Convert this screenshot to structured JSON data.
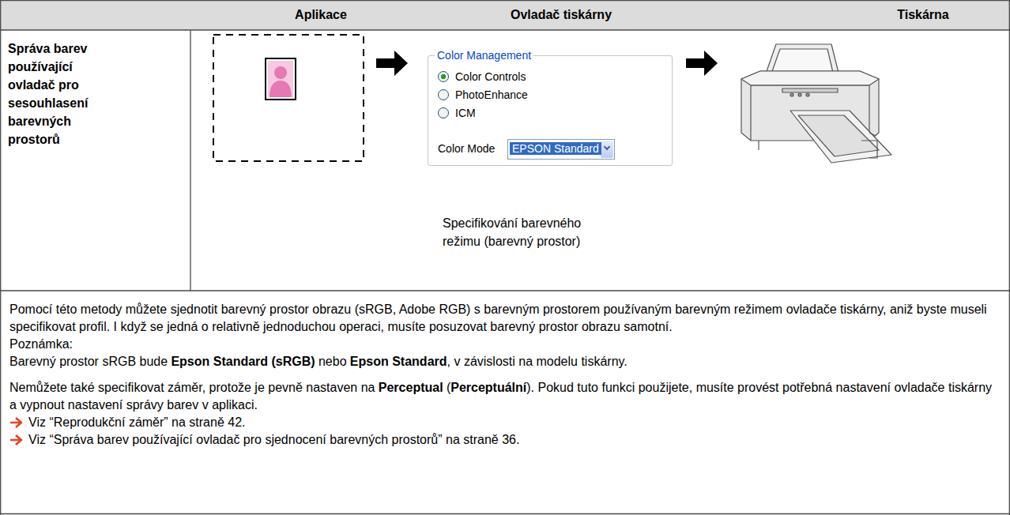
{
  "diagram": {
    "nodes": [
      {
        "text": [
          "Aplikace"
        ]
      },
      {
        "text": [
          "Ovladač tiskárny"
        ]
      },
      {
        "text": [
          "Tiskárna"
        ]
      },
      {
        "text": [
          "Správa barev používající ovladač pro sesouhlasení barevných prostorů"
        ]
      },
      {
        "text": [
          "Color Management",
          "Color Controls",
          "PhotoEnhance",
          "ICM",
          "Color Mode"
        ]
      },
      {
        "text": [
          "EPSON Standard"
        ],
        "in": 4
      },
      {
        "text": [
          "Pomocí této metody můžete sjednotit barevný prostor obrazu (sRGB, Adobe RGB) s barevným prostorem používaným barevným režimem ovladače tiskárny, aniž byste museli specifikovat profil. I když se jedná o relativně jednoduchou operaci, musíte posuzovat barevný prostor obrazu samotní.",
          "Poznámka:",
          "Barevný prostor sRGB bude",
          "Epson Standard (sRGB)",
          "nebo",
          "Epson Standard",
          ", v závislosti na modelu tiskárny.",
          "Nemůžete také specifikovat záměr, protože je pevně nastaven na",
          "Perceptual",
          "(",
          "Perceptuální",
          "). Pokud tuto funkci použijete, musíte provést potřebná nastavení ovladače tiskárny a vypnout nastavení správy barev v aplikaci.",
          "Viz “Reprodukční záměr” na straně 42.",
          "Viz “Správa barev používající ovladač pro sjednocení barevných prostorů” na straně 36."
        ]
      }
    ],
    "labels": [
      "Specifikování barevného režimu (barevný prostor)"
    ]
  }
}
